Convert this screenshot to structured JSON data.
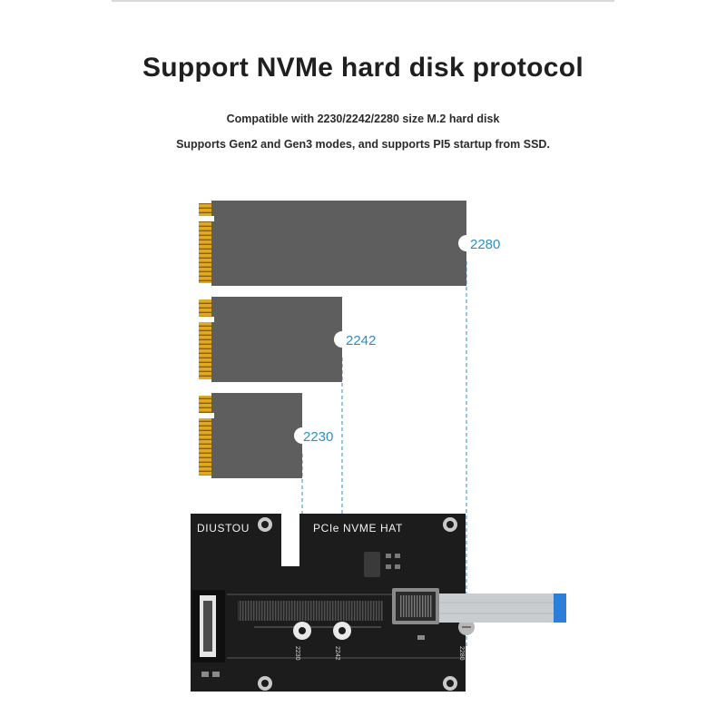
{
  "header": {
    "title": "Support NVMe hard disk protocol",
    "line1": "Compatible with 2230/2242/2280 size M.2 hard disk",
    "line2": "Supports Gen2 and Gen3 modes, and supports PI5 startup from SSD."
  },
  "ssds": [
    {
      "size": "2280"
    },
    {
      "size": "2242"
    },
    {
      "size": "2230"
    }
  ],
  "board": {
    "brand": "DIUSTOU",
    "model": "PCIe  NVME  HAT",
    "slot_marks": [
      "2230",
      "2242",
      "2280"
    ]
  },
  "colors": {
    "ssd_body": "#5e5e5e",
    "gold_contacts": "#d9a21c",
    "label_blue": "#2d8fc4",
    "pcb": "#1c1c1c",
    "ffc_cable": "#c9cdd0",
    "ffc_tip": "#2c7fd8"
  }
}
